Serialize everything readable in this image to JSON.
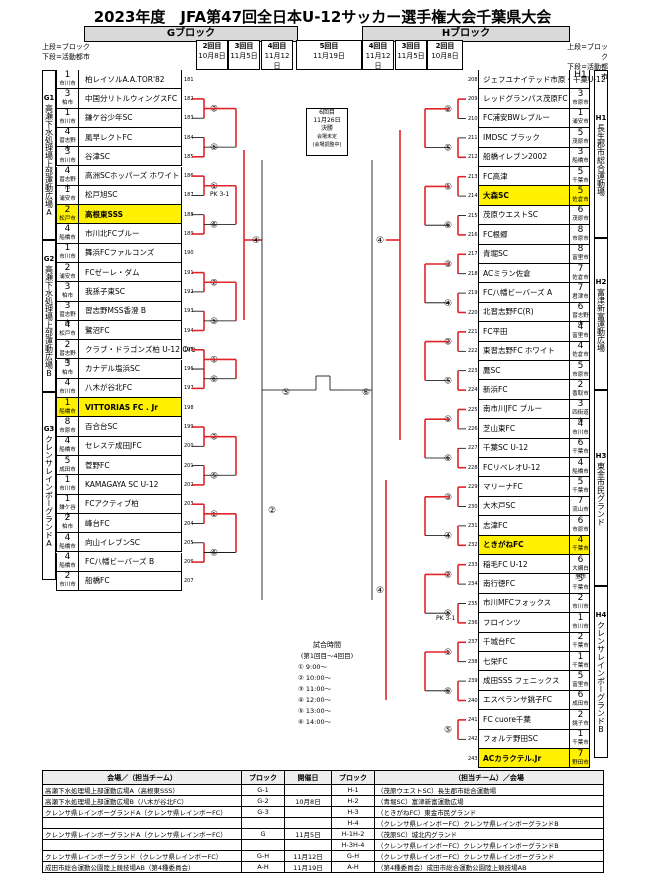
{
  "title": "2023年度　JFA第47回全日本U-12サッカー選手権大会千葉県大会",
  "blocks": {
    "g": "Gブロック",
    "h": "Hブロック"
  },
  "legend": {
    "upper": "上段=ブロック",
    "lower": "下段=活動都市"
  },
  "rounds_left": [
    {
      "r": "2回目",
      "d": "10月8日"
    },
    {
      "r": "3回目",
      "d": "11月5日"
    },
    {
      "r": "4回目",
      "d": "11月12日"
    },
    {
      "r": "5回目",
      "d": "11月19日"
    }
  ],
  "rounds_right": [
    {
      "r": "4回目",
      "d": "11月12日"
    },
    {
      "r": "3回目",
      "d": "11月5日"
    },
    {
      "r": "2回目",
      "d": "10月8日"
    }
  ],
  "g_teams": [
    {
      "rank": "1",
      "city": "市川市",
      "team": "柏レイソルA.A.TOR'82",
      "no": "181"
    },
    {
      "rank": "3",
      "city": "柏市",
      "team": "中国分リトルウィングスFC",
      "no": "182"
    },
    {
      "rank": "1",
      "city": "市川市",
      "team": "鎌ケ谷少年SC",
      "no": "183"
    },
    {
      "rank": "4",
      "city": "習志野市",
      "team": "風早レクトFC",
      "no": "184"
    },
    {
      "rank": "3",
      "city": "市川市",
      "team": "谷津SC",
      "no": "185"
    },
    {
      "rank": "4",
      "city": "習志野市",
      "team": "高洲SCホッパーズ ホワイト",
      "no": "186"
    },
    {
      "rank": "1",
      "city": "浦安市",
      "team": "松戸旭SC",
      "no": "187"
    },
    {
      "rank": "2",
      "city": "松戸市",
      "team": "高根東SSS",
      "no": "188",
      "hl": true
    },
    {
      "rank": "4",
      "city": "船橋市",
      "team": "市川北FCブルー",
      "no": "189"
    },
    {
      "rank": "1",
      "city": "市川市",
      "team": "舞浜FCファルコンズ",
      "no": "190"
    },
    {
      "rank": "2",
      "city": "浦安市",
      "team": "FCゼーレ・ダム",
      "no": "191"
    },
    {
      "rank": "3",
      "city": "柏市",
      "team": "我孫子東SC",
      "no": "192"
    },
    {
      "rank": "3",
      "city": "習志野市",
      "team": "習志野MSS香澄 B",
      "no": "193"
    },
    {
      "rank": "4",
      "city": "松戸市",
      "team": "鷺沼FC",
      "no": "194"
    },
    {
      "rank": "2",
      "city": "習志野市",
      "team": "クラブ・ドラゴンズ柏 U-12 Ore",
      "no": "195"
    },
    {
      "rank": "3",
      "city": "柏市",
      "team": "カナデル塩浜SC",
      "no": "196"
    },
    {
      "rank": "4",
      "city": "市川市",
      "team": "八木が谷北FC",
      "no": "197"
    },
    {
      "rank": "1",
      "city": "船橋市",
      "team": "VITTORIAS FC . Jr",
      "no": "198",
      "hl": true
    },
    {
      "rank": "8",
      "city": "市原市",
      "team": "百合台SC",
      "no": "199"
    },
    {
      "rank": "4",
      "city": "船橋市",
      "team": "セレステ成田JFC",
      "no": "200"
    },
    {
      "rank": "5",
      "city": "成田市",
      "team": "菅野FC",
      "no": "201"
    },
    {
      "rank": "1",
      "city": "市川市",
      "team": "KAMAGAYA SC U-12",
      "no": "202"
    },
    {
      "rank": "1",
      "city": "鎌ケ谷市",
      "team": "FCアクティブ柏",
      "no": "203"
    },
    {
      "rank": "2",
      "city": "柏市",
      "team": "峰台FC",
      "no": "204"
    },
    {
      "rank": "4",
      "city": "船橋市",
      "team": "向山イレブンSC",
      "no": "205"
    },
    {
      "rank": "4",
      "city": "船橋市",
      "team": "FC八幡ビーバーズ B",
      "no": "206"
    },
    {
      "rank": "2",
      "city": "市川市",
      "team": "船橋FC",
      "no": "207"
    }
  ],
  "h_teams": [
    {
      "rank": "H1",
      "city": "",
      "team": "ジェフユナイテッド市原・千葉U-12",
      "no": "208"
    },
    {
      "rank": "3",
      "city": "市原市",
      "team": "レッドグランパス茂原FC",
      "no": "209"
    },
    {
      "rank": "1",
      "city": "浦安市",
      "team": "FC浦安BWレブルー",
      "no": "210"
    },
    {
      "rank": "5",
      "city": "茂原市",
      "team": "IMDSC ブラック",
      "no": "211"
    },
    {
      "rank": "3",
      "city": "船橋市",
      "team": "船橋イレブン2002",
      "no": "212"
    },
    {
      "rank": "5",
      "city": "千葉市",
      "team": "FC高津",
      "no": "213"
    },
    {
      "rank": "5",
      "city": "佐倉市",
      "team": "大森SC",
      "no": "214",
      "hl": true
    },
    {
      "rank": "6",
      "city": "茂原市",
      "team": "茂原ウエストSC",
      "no": "215"
    },
    {
      "rank": "8",
      "city": "市原市",
      "team": "FC根郷",
      "no": "216"
    },
    {
      "rank": "8",
      "city": "富里市",
      "team": "青堀SC",
      "no": "217"
    },
    {
      "rank": "7",
      "city": "佐倉市",
      "team": "ACミラン佐倉",
      "no": "218"
    },
    {
      "rank": "7",
      "city": "君津市",
      "team": "FC八幡ビーバーズ A",
      "no": "219"
    },
    {
      "rank": "6",
      "city": "習志野市",
      "team": "北習志野FC(R)",
      "no": "220"
    },
    {
      "rank": "4",
      "city": "富里市",
      "team": "FC平田",
      "no": "221"
    },
    {
      "rank": "4",
      "city": "佐倉市",
      "team": "東習志野FC ホワイト",
      "no": "222"
    },
    {
      "rank": "5",
      "city": "市原市",
      "team": "鷹SC",
      "no": "223"
    },
    {
      "rank": "2",
      "city": "香取市",
      "team": "新浜FC",
      "no": "224"
    },
    {
      "rank": "3",
      "city": "四街道市",
      "team": "南市川JFC ブルー",
      "no": "225"
    },
    {
      "rank": "4",
      "city": "市川市",
      "team": "芝山東FC",
      "no": "226"
    },
    {
      "rank": "6",
      "city": "千葉市",
      "team": "千葉SC U-12",
      "no": "227"
    },
    {
      "rank": "4",
      "city": "船橋市",
      "team": "FCリベレオU-12",
      "no": "228"
    },
    {
      "rank": "5",
      "city": "千葉市",
      "team": "マリーナFC",
      "no": "229"
    },
    {
      "rank": "7",
      "city": "流山市",
      "team": "大木戸SC",
      "no": "230"
    },
    {
      "rank": "6",
      "city": "市原市",
      "team": "志津FC",
      "no": "231"
    },
    {
      "rank": "4",
      "city": "千葉市",
      "team": "ときがねFC",
      "no": "232",
      "hl": true
    },
    {
      "rank": "6",
      "city": "大網白里市",
      "team": "稲毛FC U-12",
      "no": "233"
    },
    {
      "rank": "5",
      "city": "千葉市",
      "team": "南行徳FC",
      "no": "234"
    },
    {
      "rank": "2",
      "city": "市川市",
      "team": "市川MFCフォックス",
      "no": "235"
    },
    {
      "rank": "1",
      "city": "市川市",
      "team": "フロインツ",
      "no": "236"
    },
    {
      "rank": "2",
      "city": "千葉市",
      "team": "千城台FC",
      "no": "237"
    },
    {
      "rank": "1",
      "city": "千葉市",
      "team": "七栄FC",
      "no": "238"
    },
    {
      "rank": "5",
      "city": "富里市",
      "team": "成田SSS フェニックス",
      "no": "239"
    },
    {
      "rank": "6",
      "city": "成田市",
      "team": "エスペランサ銚子FC",
      "no": "240"
    },
    {
      "rank": "2",
      "city": "銚子市",
      "team": "FC cuore千葉",
      "no": "241"
    },
    {
      "rank": "1",
      "city": "千葉市",
      "team": "フォルテ野田SC",
      "no": "242"
    },
    {
      "rank": "7",
      "city": "野田市",
      "team": "ACカラクテル.Jr",
      "no": "243",
      "hl": true
    }
  ],
  "venues_left": [
    {
      "code": "G1",
      "name": "高瀬下水処理場上部運動広場A"
    },
    {
      "code": "G2",
      "name": "高瀬下水処理場上部運動広場B"
    },
    {
      "code": "G3",
      "name": "クレンサレインボーグランドA"
    }
  ],
  "venues_right": [
    {
      "code": "H1",
      "name": "長生郡市総合運動場"
    },
    {
      "code": "H2",
      "name": "富津新富運動広場"
    },
    {
      "code": "H3",
      "name": "東金市民グランド"
    },
    {
      "code": "H4",
      "name": "クレンサレインボーグランドB"
    }
  ],
  "final": {
    "lines": [
      "6回目",
      "11月26日",
      "決勝",
      "会場未定",
      "(会場調整中)"
    ]
  },
  "final_no": "⑤",
  "times": {
    "title": "試合時間",
    "sub": "(第1回目～4回目)",
    "lines": [
      "① 9:00～",
      "② 10:00～",
      "③ 11:00～",
      "④ 12:00～",
      "⑤ 13:00～",
      "⑥ 14:00～"
    ]
  },
  "pk_left": "PK 3-1",
  "pk_right": "PK 3-1",
  "bottom": {
    "headers": [
      "会場／（担当チーム）",
      "ブロック",
      "開催日",
      "ブロック",
      "（担当チーム）／会場"
    ],
    "rows": [
      [
        "高瀬下水処理場上部運動広場A（高根東SSS）",
        "G-1",
        "",
        "H-1",
        "（茂原ウエストSC）長生郡市総合運動場"
      ],
      [
        "高瀬下水処理場上部運動広場B（八木が谷北FC）",
        "G-2",
        "10月8日",
        "H-2",
        "（青堀SC）富津新富運動広場"
      ],
      [
        "クレンサ県レインボーグランドA（クレンサ県レインボーFC）",
        "G-3",
        "",
        "H-3",
        "（ときがねFC）東金市民グランド"
      ],
      [
        "",
        "",
        "",
        "H-4",
        "（クレンサ県レインボーFC）クレンサ県レインボーグランドB"
      ],
      [
        "クレンサ県レインボーグランドA（クレンサ県レインボーFC）",
        "G",
        "11月5日",
        "H-1H-2",
        "（茂原SC）城北内グランド"
      ],
      [
        "",
        "",
        "",
        "H-3H-4",
        "（クレンサ県レインボーFC）クレンサ県レインボーグランドB"
      ],
      [
        "クレンサ県レインボーグランド（クレンサ県レインボーFC）",
        "G-H",
        "11月12日",
        "G-H",
        "（クレンサ県レインボーFC）クレンサ県レインボーグランド"
      ],
      [
        "成田市総合運動公園陸上競技場AB（第4種委員会）",
        "A-H",
        "11月19日",
        "A-H",
        "（第4種委員会）成田市総合運動公園陸上競技場AB"
      ]
    ]
  }
}
